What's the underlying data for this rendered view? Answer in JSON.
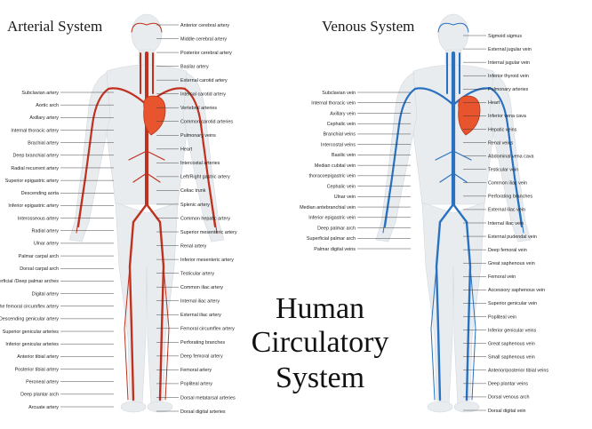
{
  "titles": {
    "arterial": "Arterial System",
    "venous": "Venous System",
    "main_line1": "Human",
    "main_line2": "Circulatory",
    "main_line3": "System"
  },
  "colors": {
    "artery": "#c0321f",
    "vein": "#2a72c0",
    "body": "#e9ecef",
    "heart": "#e8542e"
  },
  "arterial_labels_left": [
    "Subclavian artery",
    "Aortic arch",
    "Axillary artery",
    "Internal thoracic artery",
    "Brachial artery",
    "Deep branchial artery",
    "Radial recurrent artery",
    "Superior epigastric artery",
    "Descending aorta",
    "Inferior epigastric artery",
    "Interosseous artery",
    "Radial artery",
    "Ulnar artery",
    "Palmar carpal arch",
    "Dorsal carpal arch",
    "Superficial /Deep palmar arches",
    "Digital artery",
    "Descending branch of the femoral circumflex artery",
    "Descending genicular artery",
    "Superior genicular arteries",
    "Inferior genicular arteries",
    "Anterior tibial artery",
    "Posterior tibial artery",
    "Peroneal artery",
    "Deep plantar arch",
    "Arcuate artery"
  ],
  "arterial_labels_right": [
    "Anterior cerebral artery",
    "Middle cerebral artery",
    "Posterior cerebral artery",
    "Basilar artery",
    "External carotid artery",
    "Internal carotid artery",
    "Vertebral arteries",
    "Common carotid arteries",
    "Pulmonary veins",
    "Heart",
    "Intercostal arteries",
    "Left/Right gastric artery",
    "Celiac trunk",
    "Splenic artery",
    "Common hepatic artery",
    "Superior mesenteric artery",
    "Renal artery",
    "Inferior mesenteric artery",
    "Testicular artery",
    "Common iliac artery",
    "Internal iliac artery",
    "External iliac artery",
    "Femoral circumflex artery",
    "Perforating branches",
    "Deep femoral artery",
    "Femoral artery",
    "Popliteal artery",
    "Dorsal metatarsal arteries",
    "Dorsal digital arteries"
  ],
  "venous_labels_left": [
    "Subclavian vein",
    "Internal thoracic vein",
    "Axillary vein",
    "Cephalic vein",
    "Branchial veins",
    "Intercostal veins",
    "Basilic vein",
    "Median cubital vein",
    "thoracoepigastric vein",
    "Cephalic vein",
    "Ulnar vein",
    "Median antebranchial vein",
    "Inferior epigastric vein",
    "Deep palmar arch",
    "Superficial palmar arch",
    "Palmar digital veins"
  ],
  "venous_labels_right": [
    "Sigmoid sigmus",
    "External jugular vein",
    "Internal jugular vein",
    "Inferior thyroid vein",
    "Pulmonary arteries",
    "Heart",
    "Inferior vena cava",
    "Hepatic veins",
    "Renal veins",
    "Abdominal vena cava",
    "Testicular vein",
    "Common iliac vein",
    "Perforating branches",
    "External iliac vein",
    "Internal iliac vein",
    "External pudendal vein",
    "Deep femoral vein",
    "Great saphenous vein",
    "Femoral vein",
    "Accessory saphenous vein",
    "Superior genicular vein",
    "Popliteal vein",
    "Inferior genicular veins",
    "Great saphenous vein",
    "Small saphenous vein",
    "Anterior/posterior tibial veins",
    "Deep plantar veins",
    "Dorsal venous arch",
    "Dorsal digital vein"
  ]
}
